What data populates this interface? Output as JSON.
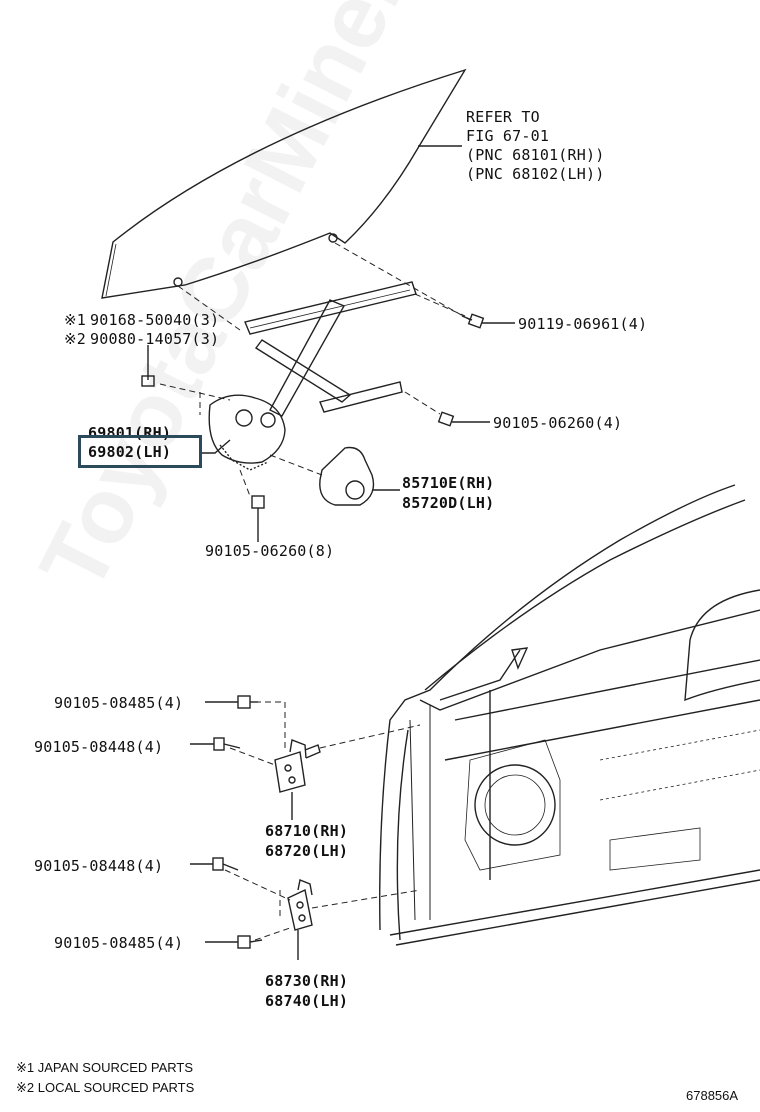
{
  "refer": {
    "line1": "REFER TO",
    "line2": "FIG 67-01",
    "line3": "(PNC 68101(RH))",
    "line4": "(PNC 68102(LH))"
  },
  "parts": {
    "p90168": "90168-50040(3)",
    "p90080": "90080-14057(3)",
    "mark1": "※1",
    "mark2": "※2",
    "p90119": "90119-06961(4)",
    "p90105_06260_4": "90105-06260(4)",
    "p69801": "69801(RH)",
    "p69802": "69802(LH)",
    "p85710": "85710E(RH)",
    "p85720": "85720D(LH)",
    "p90105_06260_8": "90105-06260(8)",
    "p90105_08485_a": "90105-08485(4)",
    "p90105_08448_a": "90105-08448(4)",
    "p68710": "68710(RH)",
    "p68720": "68720(LH)",
    "p90105_08448_b": "90105-08448(4)",
    "p90105_08485_b": "90105-08485(4)",
    "p68730": "68730(RH)",
    "p68740": "68740(LH)"
  },
  "notes": {
    "n1": "※1 JAPAN SOURCED PARTS",
    "n2": "※2 LOCAL SOURCED PARTS",
    "fig_id": "678856A"
  },
  "watermark": "ToyotaCarMine.ru",
  "colors": {
    "line": "#222222",
    "highlight": "#2b4b5c"
  }
}
